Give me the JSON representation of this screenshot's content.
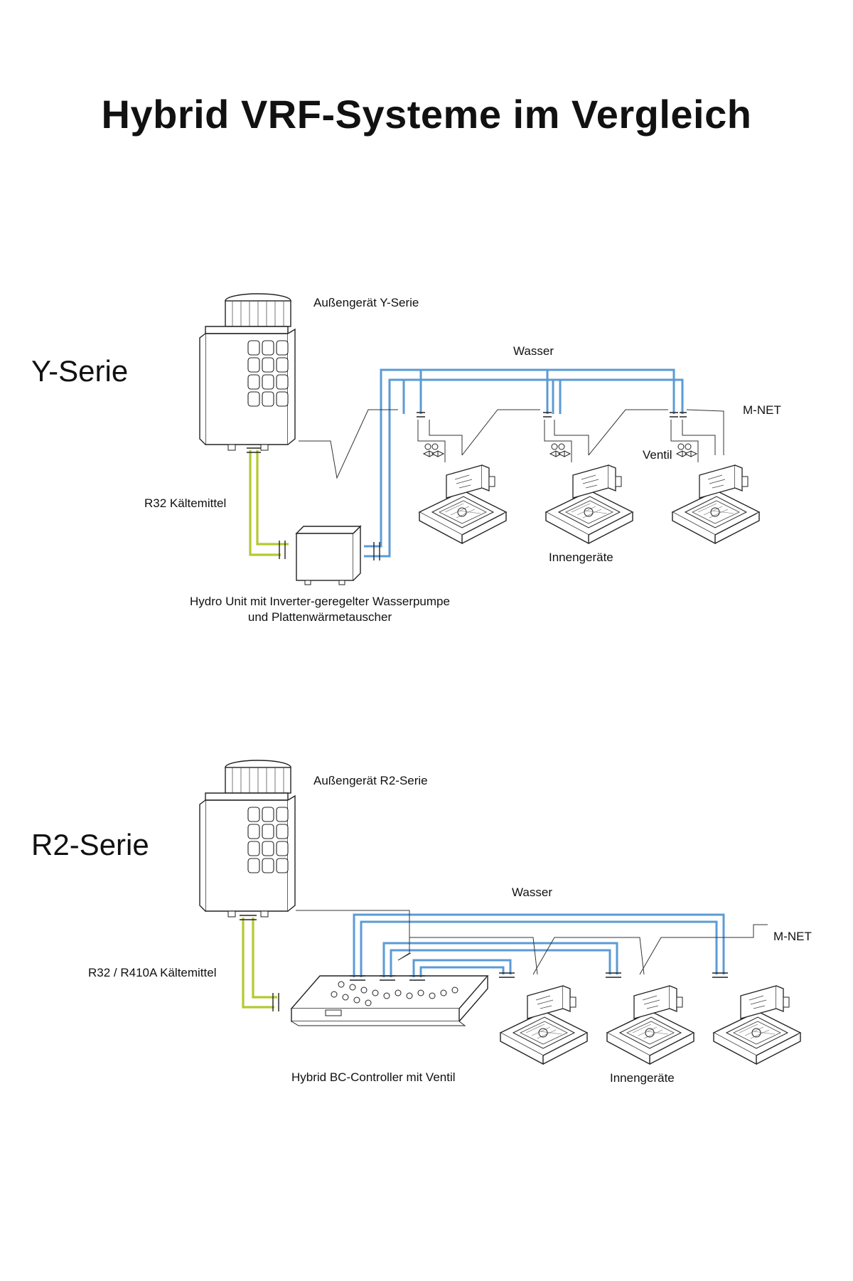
{
  "title": "Hybrid VRF-Systeme im Vergleich",
  "colors": {
    "water": "#5b9bd5",
    "refrigerant": "#b5c930",
    "line": "#222222"
  },
  "y_series": {
    "name": "Y-Serie",
    "outdoor_label": "Außengerät Y-Serie",
    "water_label": "Wasser",
    "mnet_label": "M-NET",
    "valve_label": "Ventil",
    "refrigerant_label": "R32 Kältemittel",
    "indoor_label": "Innengeräte",
    "hydro_label_line1": "Hydro Unit mit Inverter-geregelter Wasserpumpe",
    "hydro_label_line2": "und Plattenwärmetauscher"
  },
  "r2_series": {
    "name": "R2-Serie",
    "outdoor_label": "Außengerät R2-Serie",
    "water_label": "Wasser",
    "mnet_label": "M-NET",
    "refrigerant_label": "R32 / R410A Kältemittel",
    "bc_label": "Hybrid BC-Controller mit Ventil",
    "indoor_label": "Innengeräte"
  }
}
